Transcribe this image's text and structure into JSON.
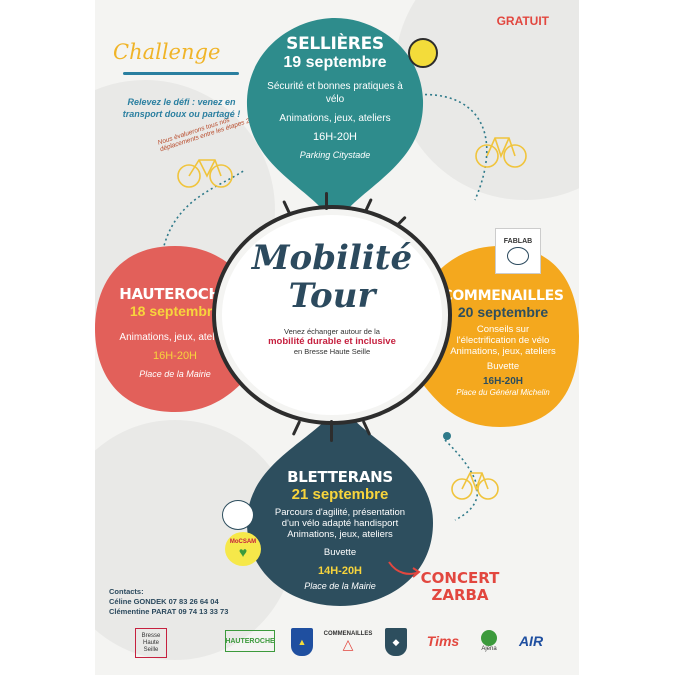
{
  "header": {
    "gratuit": "GRATUIT"
  },
  "challenge": {
    "title": "Challenge",
    "text": "Relevez le défi : venez en transport doux ou partagé !",
    "arc_text": "Nous évaluerons tous nos déplacements entre les étapes 2"
  },
  "main": {
    "title_line1": "Mobilité",
    "title_line2": "Tour",
    "sub_line1": "Venez échanger autour de la",
    "sub_highlight": "mobilité durable et inclusive",
    "sub_line2": "en Bresse Haute Seille"
  },
  "stops": {
    "sellieres": {
      "town": "SELLIÈRES",
      "date": "19 septembre",
      "line1": "Sécurité et bonnes pratiques à",
      "line2": "vélo",
      "line3": "Animations, jeux, ateliers",
      "hours": "16H-20H",
      "place": "Parking Citystade"
    },
    "hauteroche": {
      "town": "HAUTEROCHE",
      "date": "18 septembre",
      "line1": "Animations, jeux, ateliers",
      "hours": "16H-20H",
      "place": "Place de la Mairie"
    },
    "commenailles": {
      "town": "COMMENAILLES",
      "date": "20 septembre",
      "line1": "Conseils sur",
      "line2": "l'électrification de vélo",
      "line3": "Animations, jeux, ateliers",
      "line4": "Buvette",
      "hours": "16H-20H",
      "place": "Place du Général Michelin"
    },
    "bletterans": {
      "town": "BLETTERANS",
      "date": "21 septembre",
      "line1": "Parcours d'agilité, présentation",
      "line2": "d'un vélo adapté handisport",
      "line3": "Animations, jeux, ateliers",
      "line4": "Buvette",
      "hours": "14H-20H",
      "place": "Place de la Mairie"
    }
  },
  "concert": {
    "line1": "CONCERT",
    "line2": "ZARBA"
  },
  "contacts": {
    "label": "Contacts:",
    "c1": "Céline GONDEK 07 83 26 64 04",
    "c2": "Clémentine PARAT 09 74 13 33 73"
  },
  "logos": {
    "fablab": "FABLAB",
    "bresse": "Bresse Haute Seille",
    "hauteroche": "HAUTEROCHE",
    "commenailles": "COMMENAILLES",
    "tims": "Tims",
    "ajena": "Ajena",
    "air": "AIR",
    "mocsam": "MoCSAM"
  },
  "colors": {
    "teal": "#2e8c8c",
    "coral": "#e2605a",
    "orange": "#f4a81e",
    "navy": "#2d4e5e",
    "yellow_text": "#f7d43c",
    "red": "#e2473f"
  }
}
